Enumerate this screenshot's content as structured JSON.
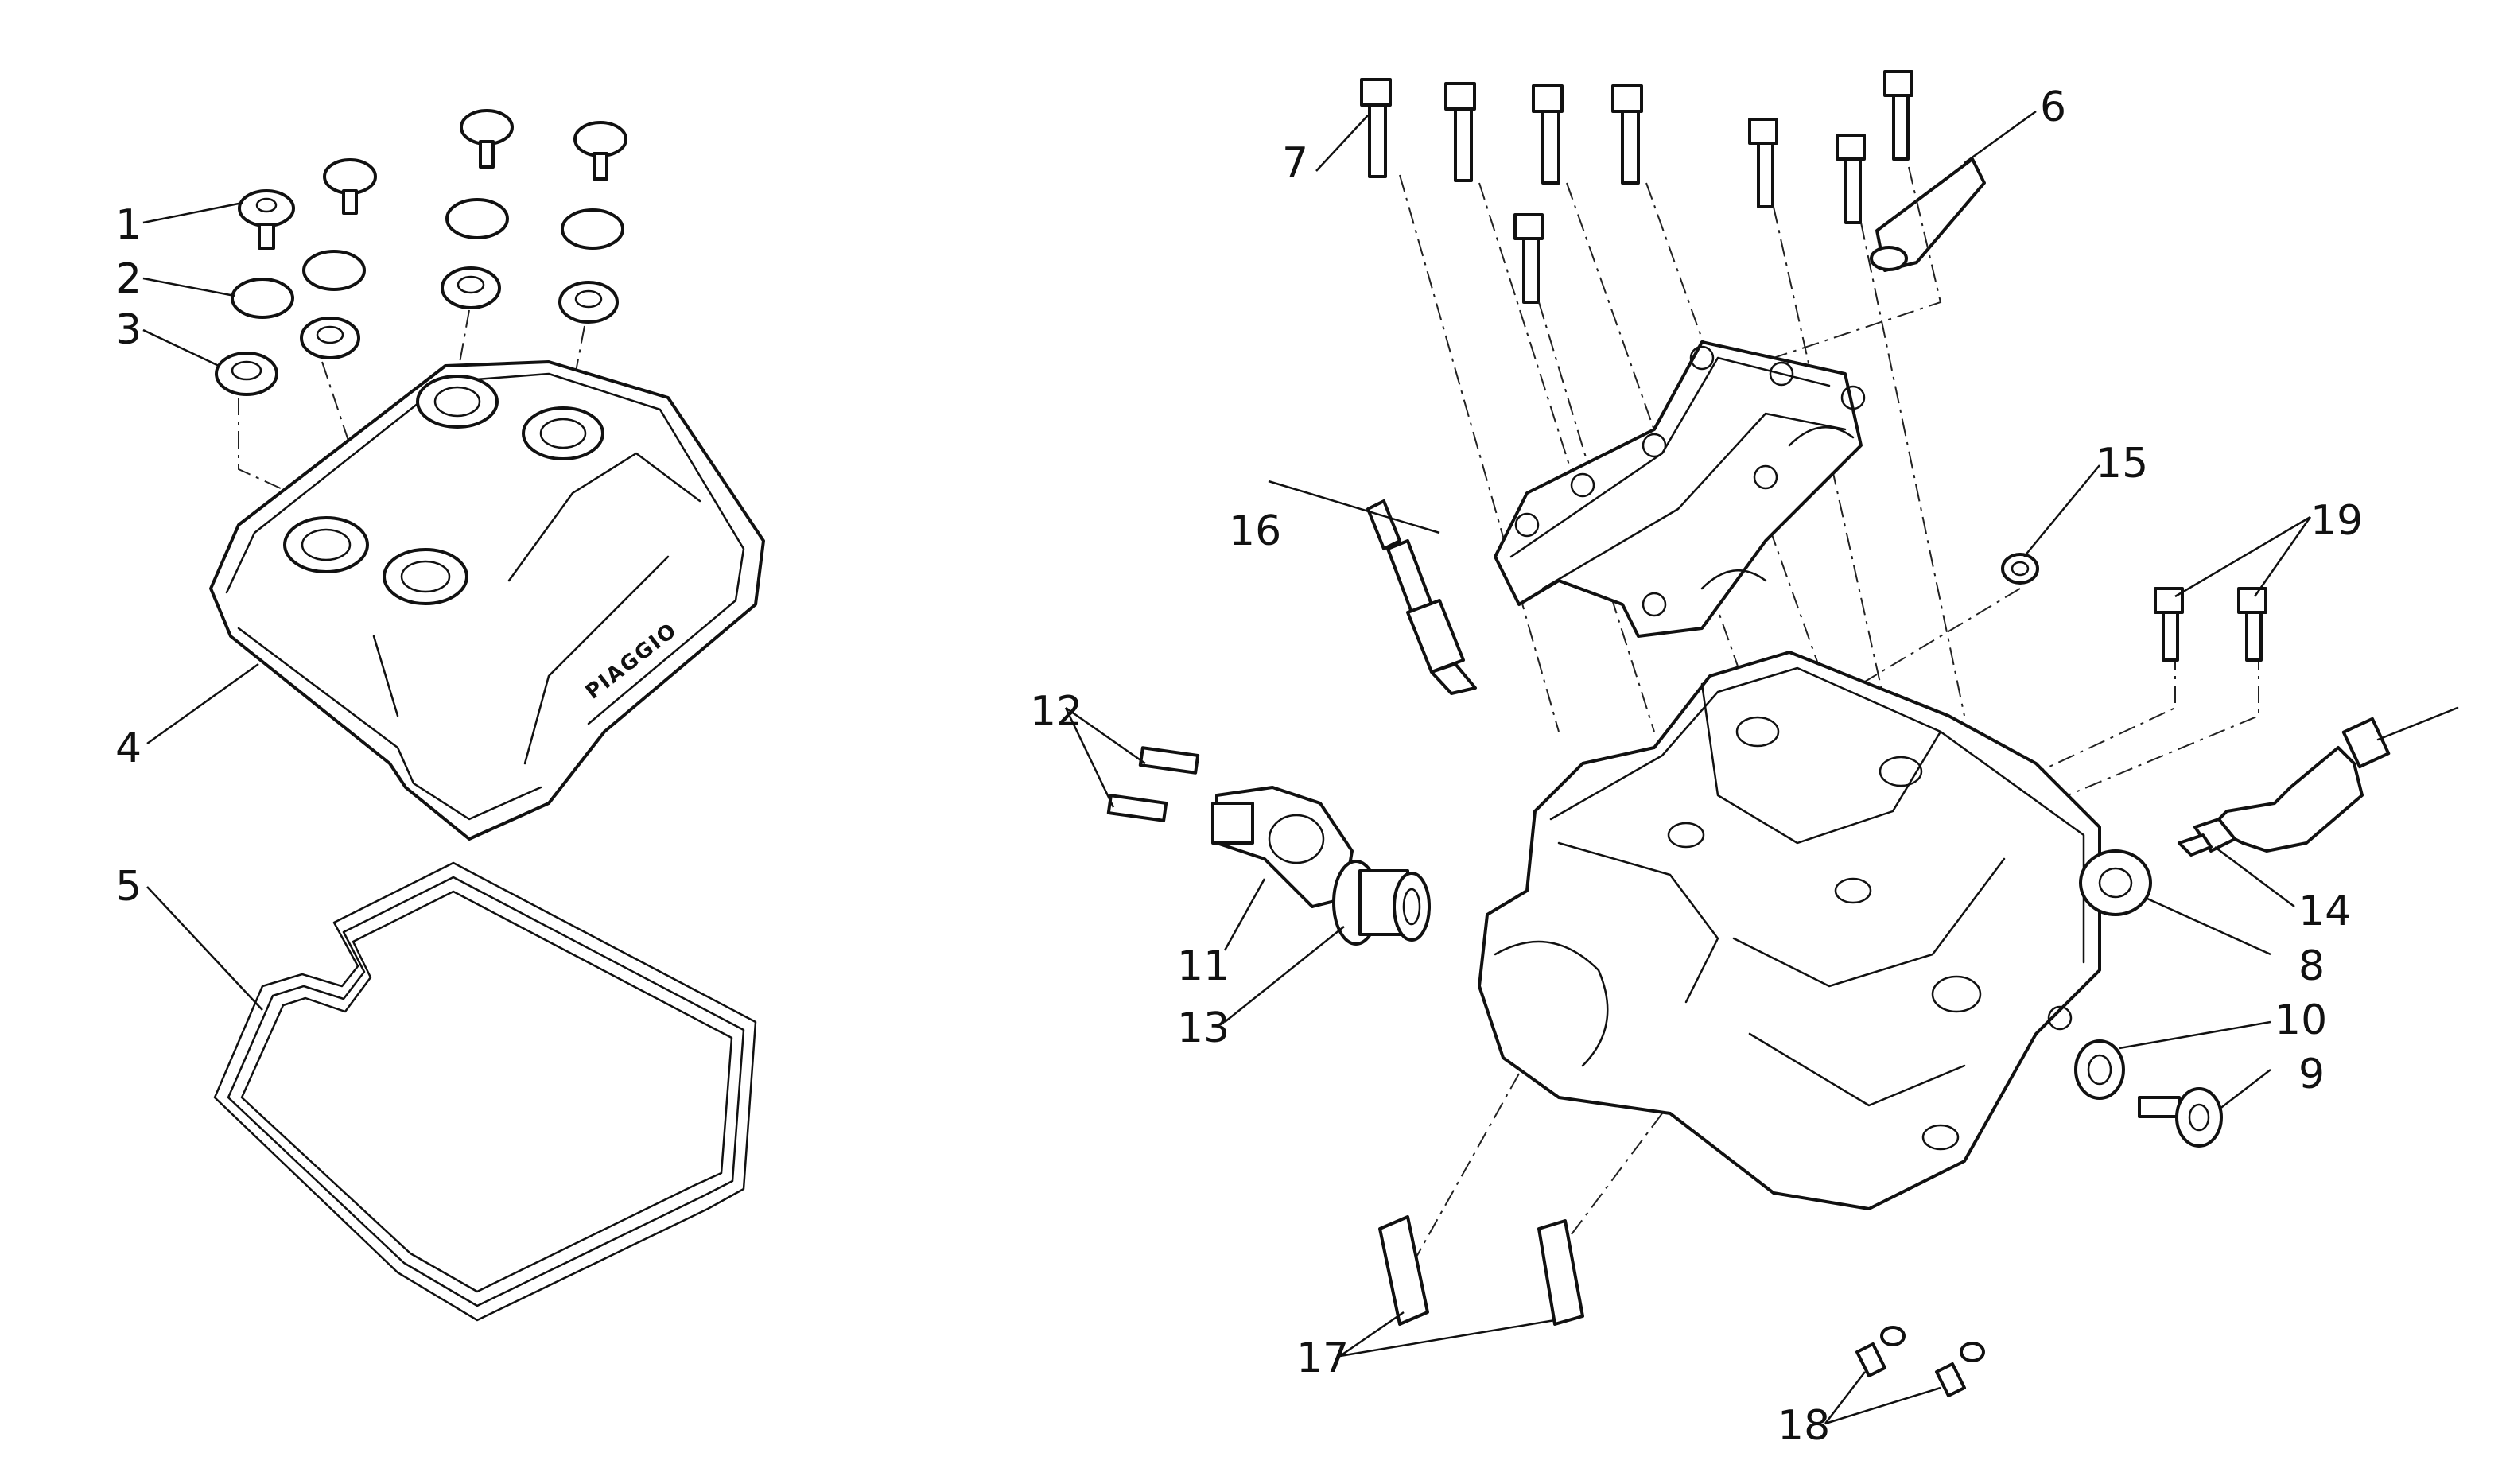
{
  "diagram": {
    "brand_text": "PIAGGIO",
    "callouts": [
      "1",
      "2",
      "3",
      "4",
      "5",
      "6",
      "7",
      "8",
      "9",
      "10",
      "11",
      "12",
      "13",
      "14",
      "15",
      "16",
      "17",
      "18",
      "19"
    ]
  }
}
